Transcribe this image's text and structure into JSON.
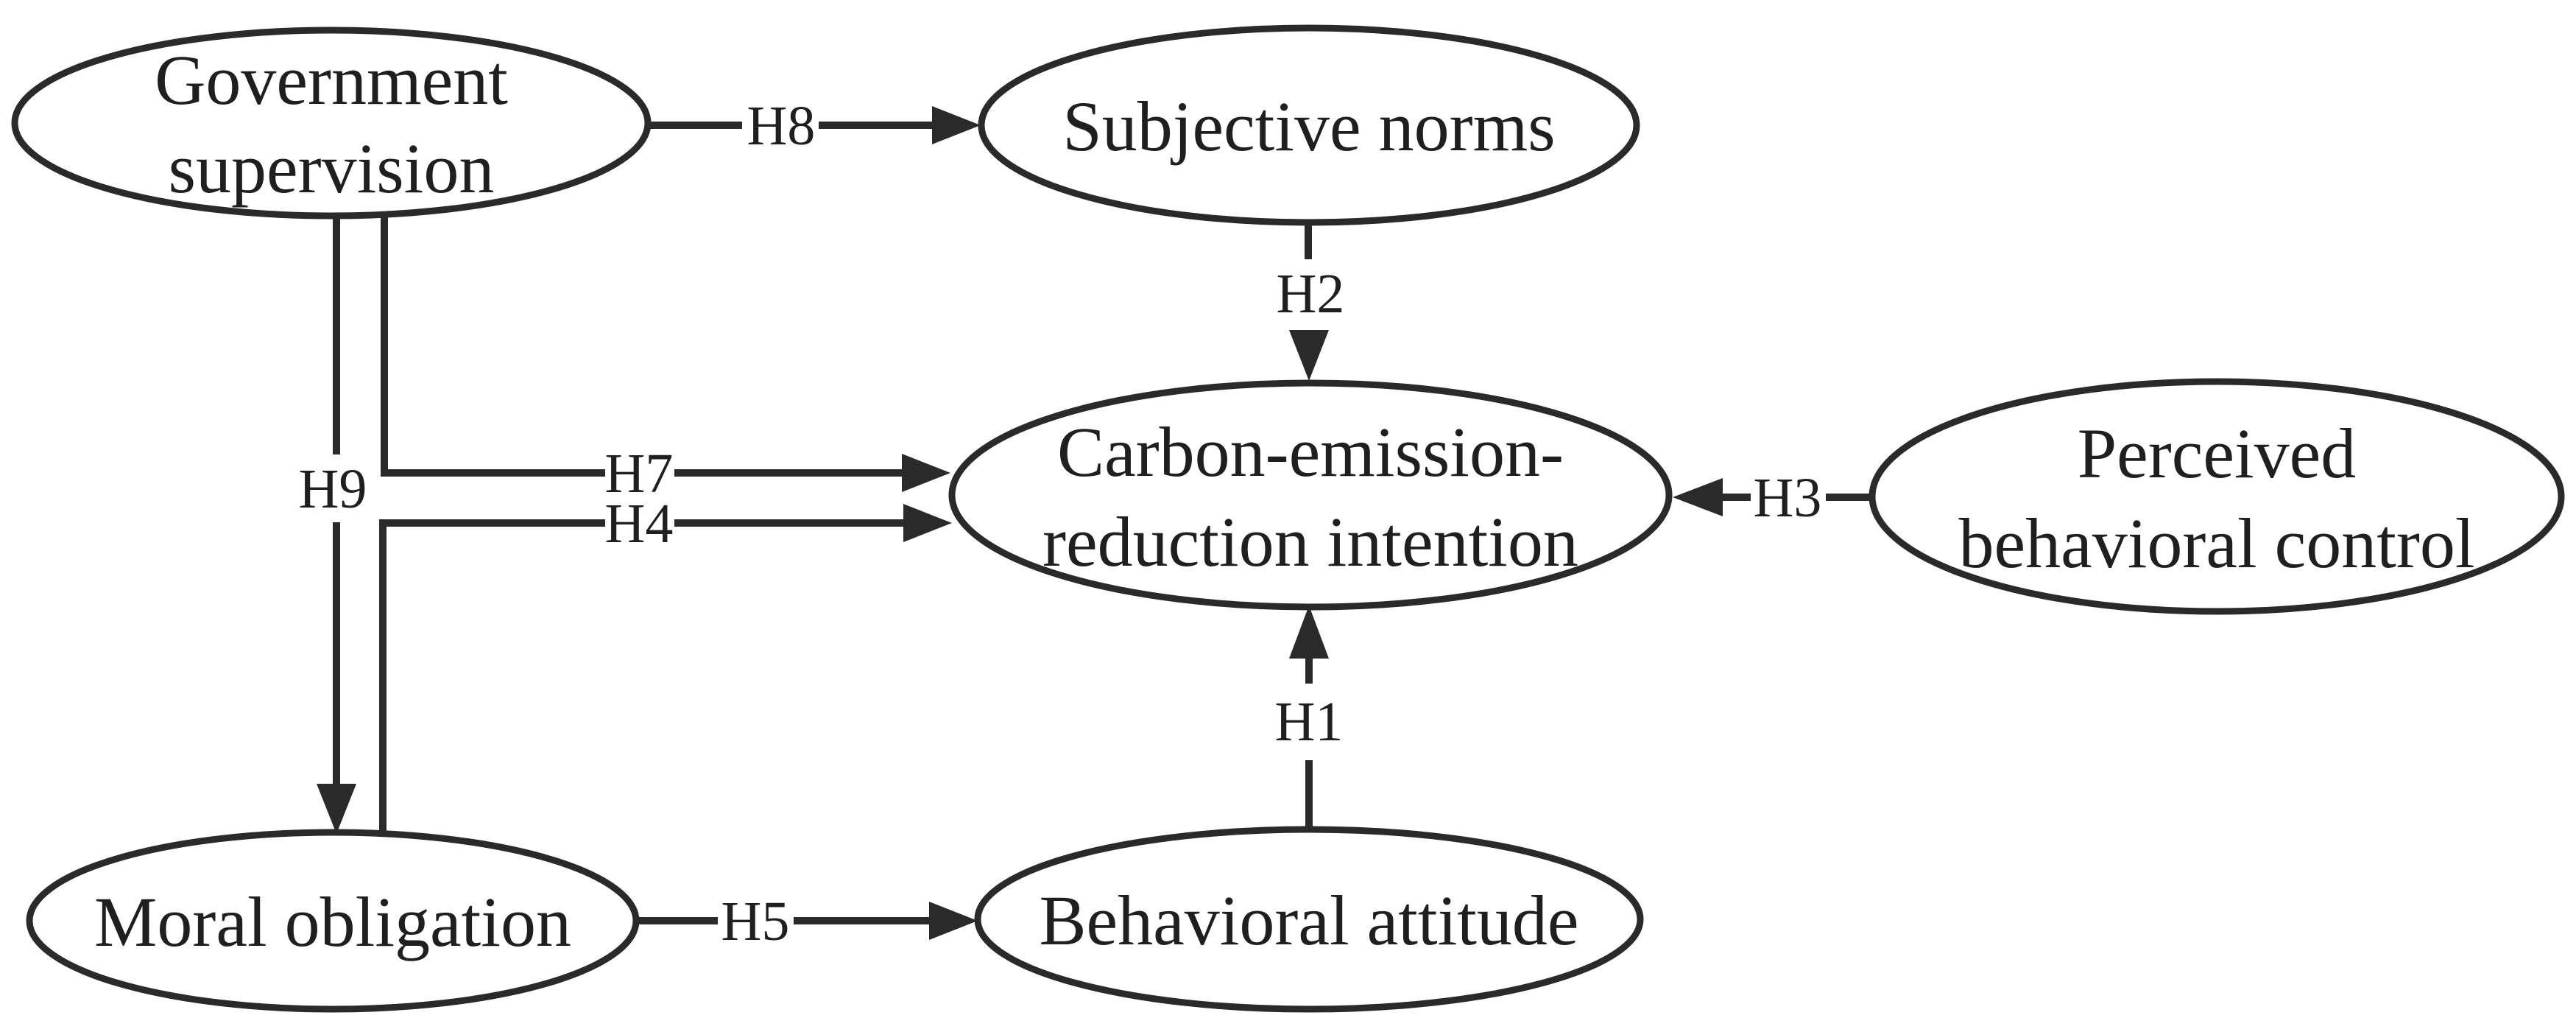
{
  "figure": {
    "kind": "structural-path-model-diagram",
    "background": "#ffffff"
  },
  "colors": {
    "stroke": "#2a2a2a",
    "text": "#1f1f1f",
    "node_fill": "#ffffff"
  },
  "nodes": {
    "government_supervision": {
      "lines": [
        "Government",
        "supervision"
      ]
    },
    "subjective_norms": {
      "lines": [
        "Subjective norms"
      ]
    },
    "carbon_intention": {
      "lines": [
        "Carbon-emission-",
        "reduction intention"
      ]
    },
    "perceived_control": {
      "lines": [
        "Perceived",
        "behavioral control"
      ]
    },
    "moral_obligation": {
      "lines": [
        "Moral obligation"
      ]
    },
    "behavioral_attitude": {
      "lines": [
        "Behavioral attitude"
      ]
    }
  },
  "edges": {
    "h1": {
      "label": "H1",
      "from": "behavioral_attitude",
      "to": "carbon_intention"
    },
    "h2": {
      "label": "H2",
      "from": "subjective_norms",
      "to": "carbon_intention"
    },
    "h3": {
      "label": "H3",
      "from": "perceived_control",
      "to": "carbon_intention"
    },
    "h4": {
      "label": "H4",
      "from": "moral_obligation",
      "to": "carbon_intention"
    },
    "h5": {
      "label": "H5",
      "from": "moral_obligation",
      "to": "behavioral_attitude"
    },
    "h7": {
      "label": "H7",
      "from": "government_supervision",
      "to": "carbon_intention"
    },
    "h8": {
      "label": "H8",
      "from": "government_supervision",
      "to": "subjective_norms"
    },
    "h9": {
      "label": "H9",
      "from": "government_supervision",
      "to": "moral_obligation"
    }
  }
}
